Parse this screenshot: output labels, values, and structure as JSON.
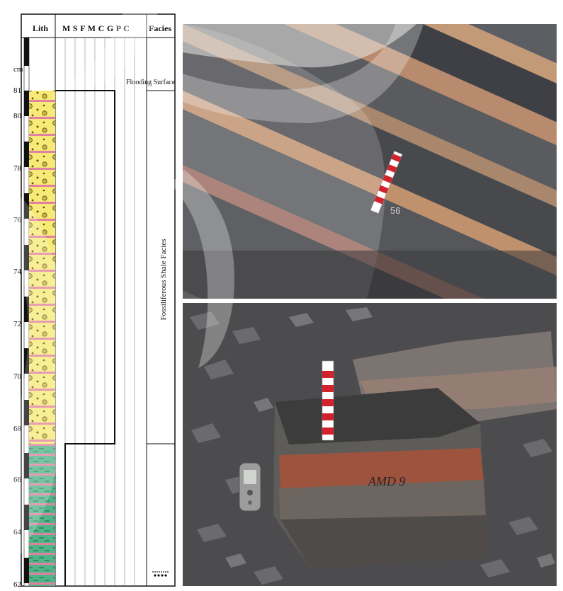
{
  "column": {
    "header_lith": "Lith",
    "header_grain": "M S F M C G P C",
    "header_facies": "Facies",
    "unit_label": "cm",
    "depth_ticks": [
      "81",
      "80",
      "78",
      "76",
      "74",
      "72",
      "70",
      "68",
      "66",
      "64",
      "62"
    ],
    "flooding_surface_label": "Flooding Surface",
    "facies_label": "Fossiliferous Shale Facies"
  },
  "photos": {
    "top": {
      "scale_marker_text": "56"
    },
    "bottom": {
      "sample_text": "AMD 9"
    }
  },
  "colors": {
    "lith_yellow": "#f7ea76",
    "lith_green": "#4fb589",
    "band_pink": "#e0819f",
    "grain": "#8a7820"
  }
}
